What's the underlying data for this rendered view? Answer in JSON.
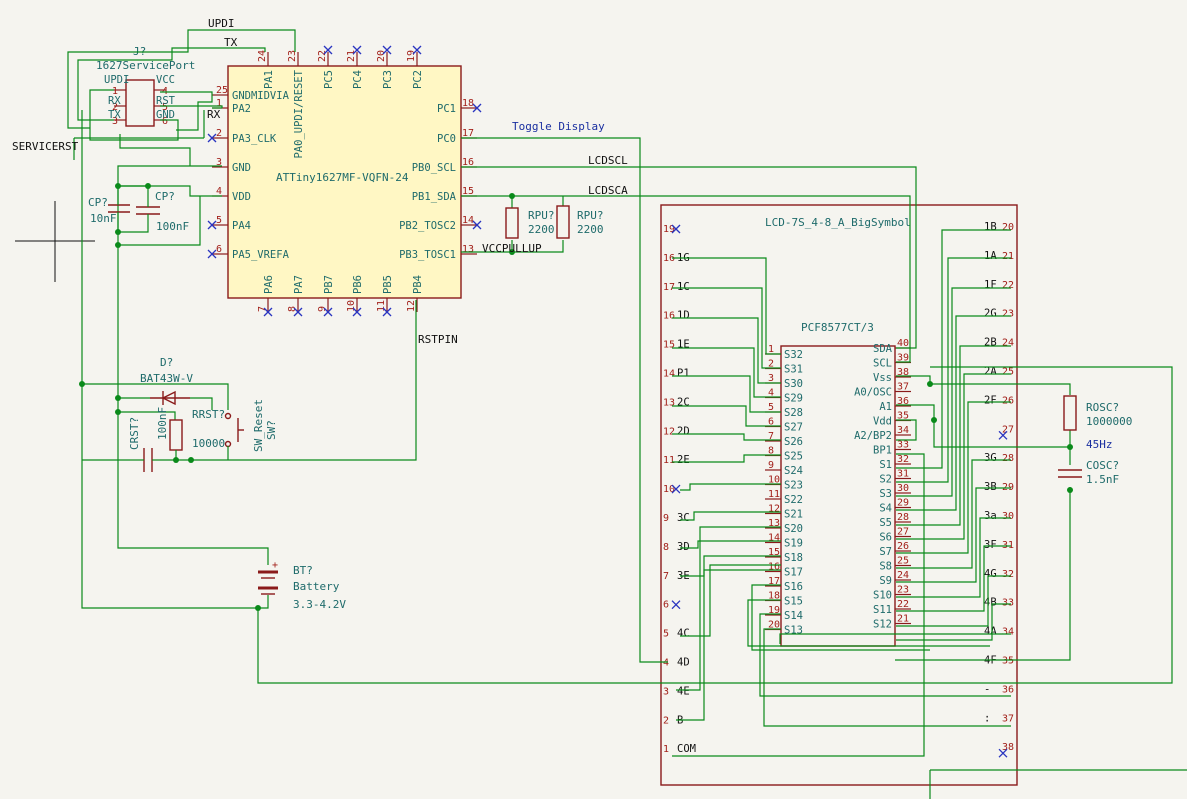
{
  "u1": {
    "ref": "",
    "value": "ATTiny1627MF-VQFN-24",
    "left_pins": [
      {
        "num": "25",
        "name": "GNDMIDVIA"
      },
      {
        "num": "1",
        "name": "PA2"
      },
      {
        "num": "2",
        "name": "PA3_CLK"
      },
      {
        "num": "3",
        "name": "GND"
      },
      {
        "num": "4",
        "name": "VDD"
      },
      {
        "num": "5",
        "name": "PA4"
      },
      {
        "num": "6",
        "name": "PA5_VREFA"
      }
    ],
    "right_pins": [
      {
        "num": "18",
        "name": "PC1"
      },
      {
        "num": "17",
        "name": "PC0"
      },
      {
        "num": "16",
        "name": "PB0_SCL"
      },
      {
        "num": "15",
        "name": "PB1_SDA"
      },
      {
        "num": "14",
        "name": "PB2_TOSC2"
      },
      {
        "num": "13",
        "name": "PB3_TOSC1"
      }
    ],
    "top_pins": [
      {
        "num": "24",
        "name": "PA1"
      },
      {
        "num": "23",
        "name": "PA0_UPDI/RESET"
      },
      {
        "num": "22",
        "name": "PC5"
      },
      {
        "num": "21",
        "name": "PC4"
      },
      {
        "num": "20",
        "name": "PC3"
      },
      {
        "num": "19",
        "name": "PC2"
      }
    ],
    "bottom_pins": [
      {
        "num": "7",
        "name": "PA6"
      },
      {
        "num": "8",
        "name": "PA7"
      },
      {
        "num": "9",
        "name": "PB7"
      },
      {
        "num": "10",
        "name": "PB6"
      },
      {
        "num": "11",
        "name": "PB5"
      },
      {
        "num": "12",
        "name": "PB4"
      }
    ]
  },
  "j1": {
    "ref": "J?",
    "value": "1627ServicePort",
    "pins": [
      "1",
      "2",
      "3",
      "4",
      "5",
      "6"
    ],
    "names": [
      "UPDI",
      "RX",
      "TX",
      "VCC",
      "RST",
      "GND"
    ]
  },
  "caps": {
    "cp1": {
      "ref": "CP?",
      "value": "10nF"
    },
    "cp2": {
      "ref": "CP?",
      "value": "100nF"
    },
    "crst": {
      "ref": "CRST?",
      "value": "100nF"
    },
    "cosc": {
      "ref": "COSC?",
      "value": "1.5nF"
    }
  },
  "resistors": {
    "rpu1": {
      "ref": "RPU?",
      "value": "2200"
    },
    "rpu2": {
      "ref": "RPU?",
      "value": "2200"
    },
    "rrst": {
      "ref": "RRST?",
      "value": "10000"
    },
    "rosc": {
      "ref": "ROSC?",
      "value": "1000000"
    }
  },
  "diode": {
    "ref": "D?",
    "value": "BAT43W-V"
  },
  "switch": {
    "ref": "SW?",
    "value": "SW_Reset"
  },
  "battery": {
    "ref": "BT?",
    "value": "Battery",
    "voltage": "3.3-4.2V"
  },
  "nets": {
    "updi": "UPDI",
    "tx": "TX",
    "rx": "RX",
    "servicerst": "SERVICERST",
    "toggle": "Toggle Display",
    "lcdscl": "LCDSCL",
    "lcdsca": "LCDSCA",
    "vccpullup": "VCCPULLUP",
    "rstpin": "RSTPIN",
    "freq": "45Hz"
  },
  "pcf": {
    "value": "PCF8577CT/3",
    "left_pins": [
      {
        "num": "1",
        "name": "S32"
      },
      {
        "num": "2",
        "name": "S31"
      },
      {
        "num": "3",
        "name": "S30"
      },
      {
        "num": "4",
        "name": "S29"
      },
      {
        "num": "5",
        "name": "S28"
      },
      {
        "num": "6",
        "name": "S27"
      },
      {
        "num": "7",
        "name": "S26"
      },
      {
        "num": "8",
        "name": "S25"
      },
      {
        "num": "9",
        "name": "S24"
      },
      {
        "num": "10",
        "name": "S23"
      },
      {
        "num": "11",
        "name": "S22"
      },
      {
        "num": "12",
        "name": "S21"
      },
      {
        "num": "13",
        "name": "S20"
      },
      {
        "num": "14",
        "name": "S19"
      },
      {
        "num": "15",
        "name": "S18"
      },
      {
        "num": "16",
        "name": "S17"
      },
      {
        "num": "17",
        "name": "S16"
      },
      {
        "num": "18",
        "name": "S15"
      },
      {
        "num": "19",
        "name": "S14"
      },
      {
        "num": "20",
        "name": "S13"
      }
    ],
    "right_pins": [
      {
        "num": "40",
        "name": "SDA"
      },
      {
        "num": "39",
        "name": "SCL"
      },
      {
        "num": "38",
        "name": "Vss"
      },
      {
        "num": "37",
        "name": "A0/OSC"
      },
      {
        "num": "36",
        "name": "A1"
      },
      {
        "num": "35",
        "name": "Vdd"
      },
      {
        "num": "34",
        "name": "A2/BP2"
      },
      {
        "num": "33",
        "name": "BP1"
      },
      {
        "num": "32",
        "name": "S1"
      },
      {
        "num": "31",
        "name": "S2"
      },
      {
        "num": "30",
        "name": "S3"
      },
      {
        "num": "29",
        "name": "S4"
      },
      {
        "num": "28",
        "name": "S5"
      },
      {
        "num": "27",
        "name": "S6"
      },
      {
        "num": "26",
        "name": "S7"
      },
      {
        "num": "25",
        "name": "S8"
      },
      {
        "num": "24",
        "name": "S9"
      },
      {
        "num": "23",
        "name": "S10"
      },
      {
        "num": "22",
        "name": "S11"
      },
      {
        "num": "21",
        "name": "S12"
      }
    ]
  },
  "lcd": {
    "value": "LCD-7S_4-8_A_BigSymbol",
    "left_pins": [
      {
        "num": "19",
        "name": ""
      },
      {
        "num": "16",
        "name": "1G"
      },
      {
        "num": "17",
        "name": "1C"
      },
      {
        "num": "16",
        "name": "1D"
      },
      {
        "num": "15",
        "name": "1E"
      },
      {
        "num": "14",
        "name": "P1"
      },
      {
        "num": "13",
        "name": "2C"
      },
      {
        "num": "12",
        "name": "2D"
      },
      {
        "num": "11",
        "name": "2E"
      },
      {
        "num": "10",
        "name": ""
      },
      {
        "num": "9",
        "name": "3C"
      },
      {
        "num": "8",
        "name": "3D"
      },
      {
        "num": "7",
        "name": "3E"
      },
      {
        "num": "6",
        "name": ""
      },
      {
        "num": "5",
        "name": "4C"
      },
      {
        "num": "4",
        "name": "4D"
      },
      {
        "num": "3",
        "name": "4E"
      },
      {
        "num": "2",
        "name": "B"
      },
      {
        "num": "1",
        "name": "COM"
      }
    ],
    "right_pins": [
      {
        "num": "20",
        "name": "1B"
      },
      {
        "num": "21",
        "name": "1A"
      },
      {
        "num": "22",
        "name": "1F"
      },
      {
        "num": "23",
        "name": "2G"
      },
      {
        "num": "24",
        "name": "2B"
      },
      {
        "num": "25",
        "name": "2A"
      },
      {
        "num": "26",
        "name": "2F"
      },
      {
        "num": "27",
        "name": ""
      },
      {
        "num": "28",
        "name": "3G"
      },
      {
        "num": "29",
        "name": "3B"
      },
      {
        "num": "30",
        "name": "3a"
      },
      {
        "num": "31",
        "name": "3F"
      },
      {
        "num": "32",
        "name": "4G"
      },
      {
        "num": "33",
        "name": "4B"
      },
      {
        "num": "34",
        "name": "4A"
      },
      {
        "num": "35",
        "name": "4F"
      },
      {
        "num": "36",
        "name": "-"
      },
      {
        "num": "37",
        "name": ":"
      },
      {
        "num": "38",
        "name": ""
      }
    ]
  }
}
